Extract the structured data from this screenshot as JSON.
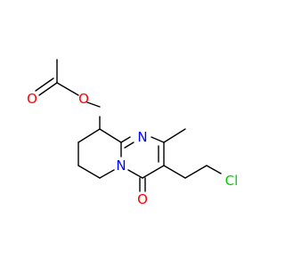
{
  "molecule": {
    "atoms": {
      "o_ester": "O",
      "o_carbonyl": "O",
      "n_ring_top": "N",
      "n_ring_bottom": "N",
      "cl": "Cl",
      "o_ring_carbonyl": "O"
    },
    "colors": {
      "bond": "#000000",
      "oxygen": "#ff0000",
      "nitrogen": "#0000ff",
      "chlorine": "#00cc00"
    }
  }
}
